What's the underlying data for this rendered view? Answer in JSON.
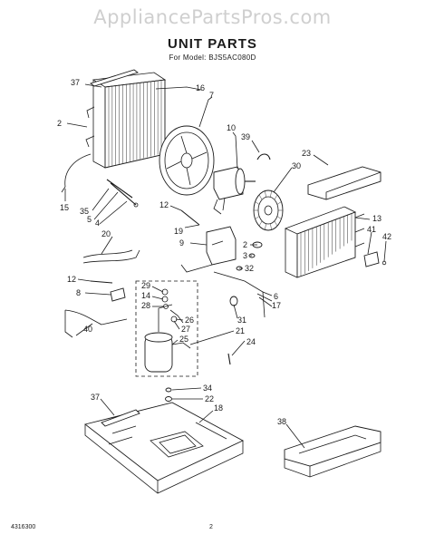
{
  "header": {
    "watermark": "AppliancePartsPros.com",
    "title": "UNIT PARTS",
    "subtitle": "For Model: BJS5AC080D"
  },
  "footer": {
    "doc_number": "4316300",
    "page_number": "2"
  },
  "callouts": [
    "37",
    "16",
    "7",
    "2",
    "10",
    "39",
    "23",
    "30",
    "13",
    "41",
    "42",
    "15",
    "35",
    "5",
    "4",
    "12",
    "19",
    "20",
    "9",
    "2",
    "3",
    "32",
    "12",
    "8",
    "29",
    "14",
    "28",
    "26",
    "27",
    "25",
    "31",
    "6",
    "17",
    "21",
    "24",
    "40",
    "34",
    "22",
    "37",
    "18",
    "38"
  ]
}
